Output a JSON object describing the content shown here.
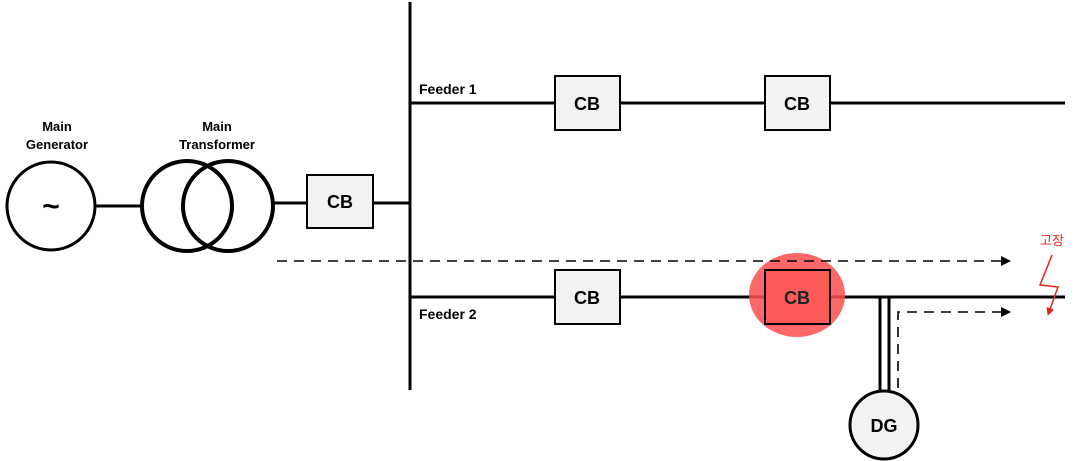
{
  "labels": {
    "main_generator": [
      "Main",
      "Generator"
    ],
    "main_transformer": [
      "Main",
      "Transformer"
    ],
    "feeder1": "Feeder 1",
    "feeder2": "Feeder 2",
    "fault": "고장",
    "generator_symbol": "~",
    "dg": "DG"
  },
  "breakers": {
    "main": "CB",
    "feeder1_a": "CB",
    "feeder1_b": "CB",
    "feeder2_a": "CB",
    "feeder2_b": "CB"
  },
  "colors": {
    "line": "#000000",
    "box_fill": "#f2f2f2",
    "tripped_fill": "#ff5a5a",
    "tripped_halo": "#ff4d4d",
    "fault": "#e8231f"
  }
}
